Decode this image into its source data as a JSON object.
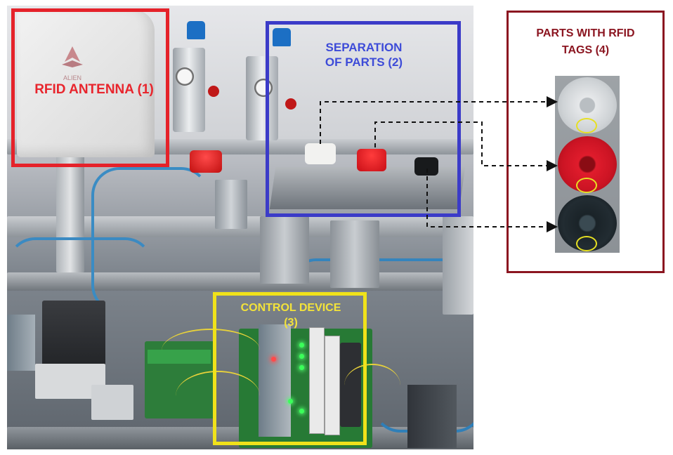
{
  "labels": {
    "antenna": "RFID ANTENNA (1)",
    "separation_line1": "SEPARATION",
    "separation_line2": "OF PARTS (2)",
    "control_line1": "CONTROL DEVICE",
    "control_line2": "(3)",
    "parts_line1": "PARTS WITH RFID",
    "parts_line2": "TAGS (4)",
    "antenna_logo_text": "ALIEN"
  },
  "colors": {
    "antenna_box": "#e5222a",
    "separation_box": "#3b3bc8",
    "control_box": "#f0e21a",
    "parts_panel": "#8b1520",
    "tag_highlight": "#e6e022"
  },
  "parts": [
    {
      "color_name": "white",
      "fill": "#dfe2e4"
    },
    {
      "color_name": "red",
      "fill": "#d4162a"
    },
    {
      "color_name": "black",
      "fill": "#1f2a30"
    }
  ]
}
